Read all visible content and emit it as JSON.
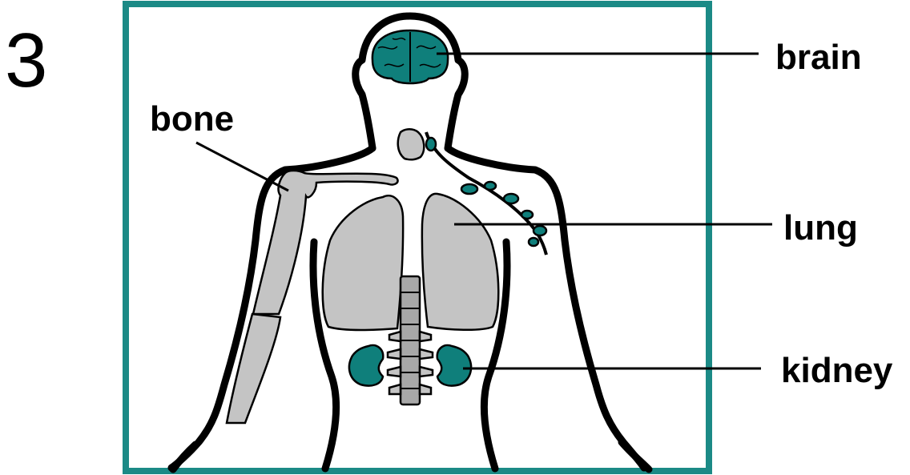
{
  "stage_number": "3",
  "labels": {
    "brain": "brain",
    "bone": "bone",
    "lung": "lung",
    "kidney": "kidney"
  },
  "colors": {
    "frame": "#1b8a86",
    "organ_teal": "#0f7f7b",
    "organ_gray": "#c4c4c4",
    "spine_gray": "#a8a8a8",
    "outline": "#000000",
    "background": "#ffffff"
  }
}
